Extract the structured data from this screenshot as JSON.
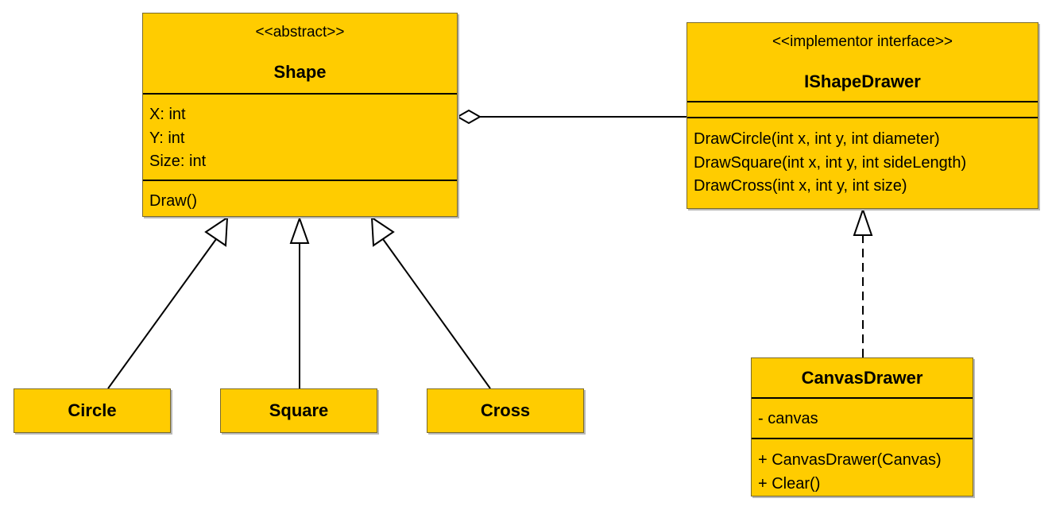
{
  "classes": {
    "shape": {
      "stereotype": "<<abstract>>",
      "name": "Shape",
      "attributes": [
        "X: int",
        "Y: int",
        "Size: int"
      ],
      "operations": [
        "Draw()"
      ]
    },
    "ishapedrawer": {
      "stereotype": "<<implementor interface>>",
      "name": "IShapeDrawer",
      "attributes": [],
      "operations": [
        "DrawCircle(int x, int y, int diameter)",
        "DrawSquare(int x, int y, int sideLength)",
        "DrawCross(int x, int y, int size)"
      ]
    },
    "circle": {
      "name": "Circle"
    },
    "square": {
      "name": "Square"
    },
    "cross": {
      "name": "Cross"
    },
    "canvasdrawer": {
      "name": "CanvasDrawer",
      "attributes": [
        "- canvas"
      ],
      "operations": [
        "+ CanvasDrawer(Canvas)",
        "+ Clear()"
      ]
    }
  },
  "colors": {
    "class_fill": "#ffcc00",
    "line": "#000000"
  }
}
